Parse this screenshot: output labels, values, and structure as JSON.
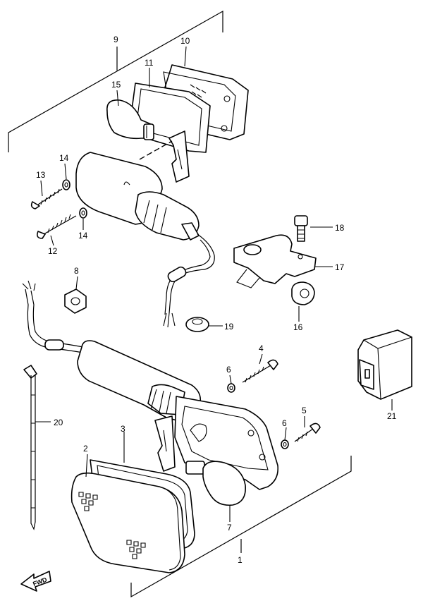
{
  "callouts": {
    "c1": "1",
    "c2": "2",
    "c3": "3",
    "c4": "4",
    "c5": "5",
    "c6a": "6",
    "c6b": "6",
    "c7": "7",
    "c8": "8",
    "c9": "9",
    "c10": "10",
    "c11": "11",
    "c12": "12",
    "c13": "13",
    "c14a": "14",
    "c14b": "14",
    "c15": "15",
    "c16": "16",
    "c17": "17",
    "c18": "18",
    "c19": "19",
    "c20": "20",
    "c21": "21"
  },
  "fwd_label": "FWD",
  "icons": {
    "direction": "forward-arrow-icon"
  }
}
